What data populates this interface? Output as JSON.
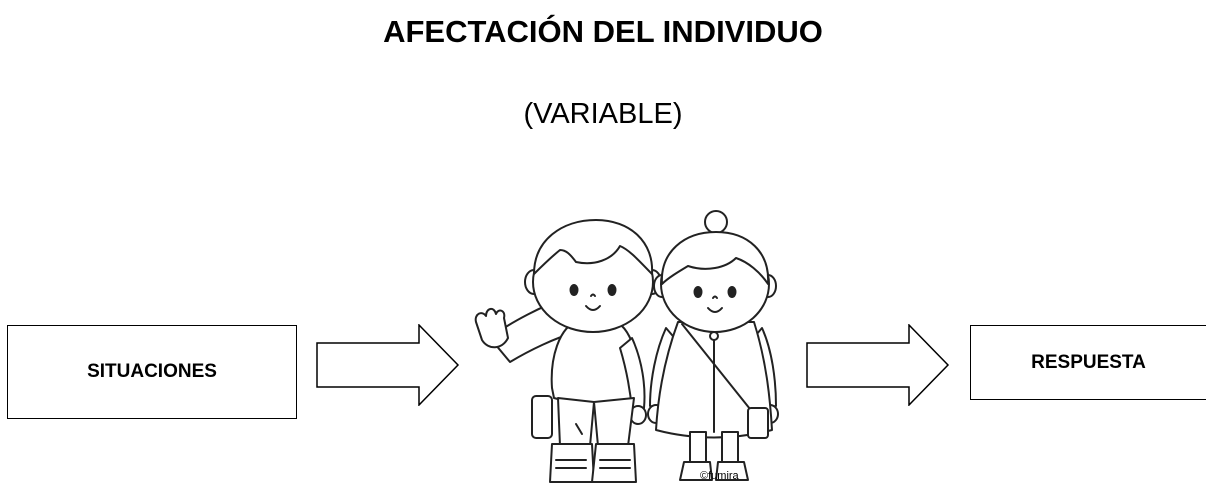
{
  "title": "AFECTACIÓN DEL INDIVIDUO",
  "subtitle": "(VARIABLE)",
  "left_box": {
    "label": "SITUACIONES"
  },
  "right_box": {
    "label": "RESPUESTA"
  },
  "illustration": {
    "credit": "©fumira"
  }
}
